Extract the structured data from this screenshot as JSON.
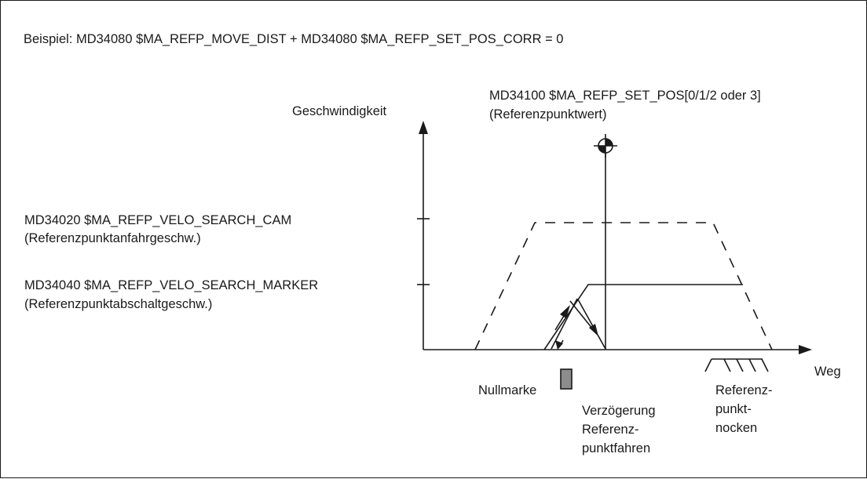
{
  "example_line": "Beispiel:  MD34080 $MA_REFP_MOVE_DIST + MD34080 $MA_REFP_SET_POS_CORR = 0",
  "y_axis_label": "Geschwindigkeit",
  "x_axis_label": "Weg",
  "reference_point": {
    "line1": "MD34100 $MA_REFP_SET_POS[0/1/2 oder 3]",
    "line2": "(Referenzpunktwert)"
  },
  "velo_search_cam": {
    "line1": "MD34020 $MA_REFP_VELO_SEARCH_CAM",
    "line2": "(Referenzpunktanfahrgeschw.)"
  },
  "velo_search_marker": {
    "line1": "MD34040 $MA_REFP_VELO_SEARCH_MARKER",
    "line2": "(Referenzpunktabschaltgeschw.)"
  },
  "zero_mark_label": "Nullmarke",
  "deceleration_label": [
    "Verzögerung",
    "Referenz-",
    "punktfahren"
  ],
  "reference_cam_label": [
    "Referenz-",
    "punkt-",
    "nocken"
  ],
  "colors": {
    "line": "#1a1a1a",
    "zero_mark_fill": "#8c8c8c",
    "background": "#ffffff"
  }
}
